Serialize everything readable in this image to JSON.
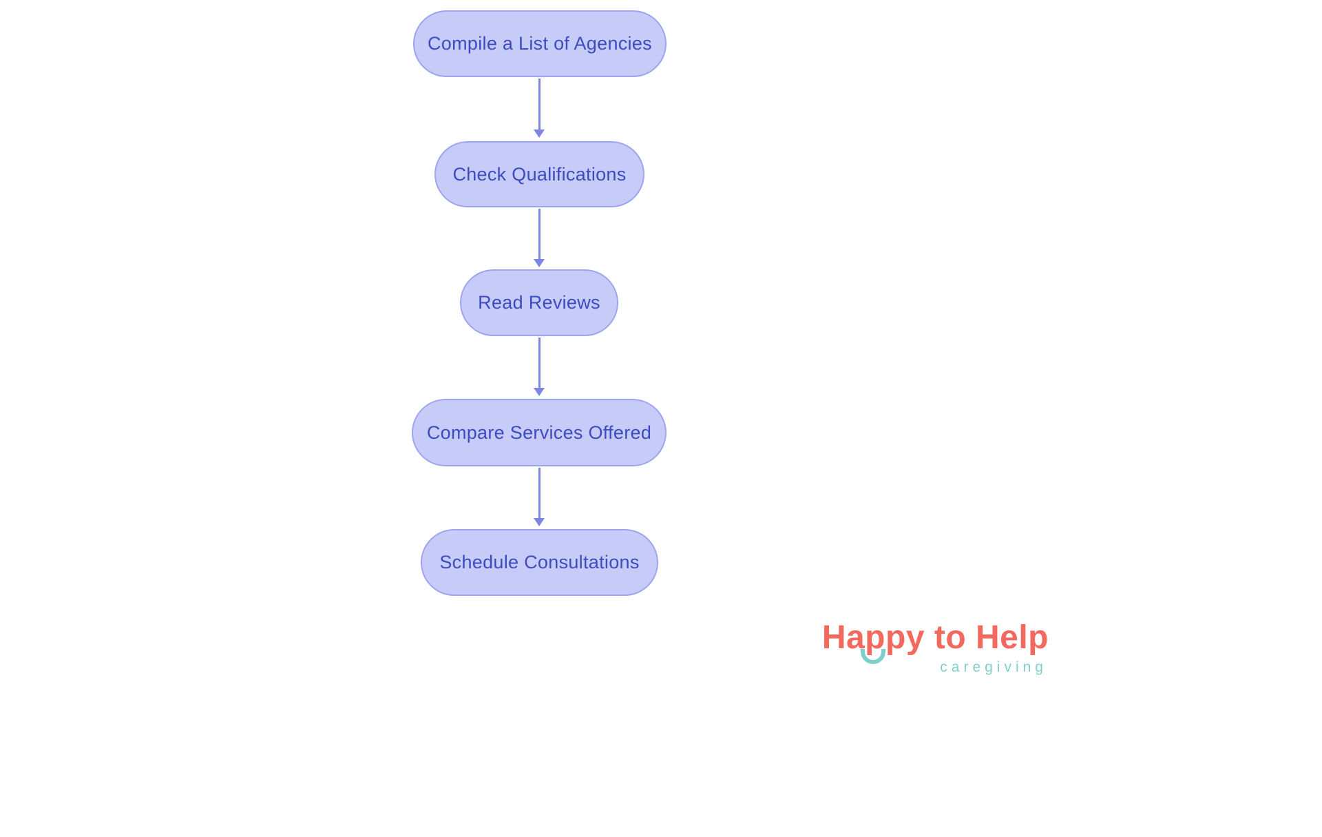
{
  "flowchart": {
    "nodes": [
      {
        "label": "Compile a List of Agencies"
      },
      {
        "label": "Check Qualifications"
      },
      {
        "label": "Read Reviews"
      },
      {
        "label": "Compare Services Offered"
      },
      {
        "label": "Schedule Consultations"
      }
    ],
    "flow_order": [
      "Compile a List of Agencies",
      "Check Qualifications",
      "Read Reviews",
      "Compare Services Offered",
      "Schedule Consultations"
    ],
    "colors": {
      "node_fill": "#c7cbf8",
      "node_border": "#9da4f0",
      "node_text": "#3c4bc0",
      "arrow": "#7e86e3",
      "background": "#ffffff"
    }
  },
  "logo": {
    "wordmark": "Happy to Help",
    "tagline": "caregiving",
    "colors": {
      "wordmark": "#f4695e",
      "tagline": "#7fd0cb",
      "smile": "#7fd0cb"
    }
  }
}
